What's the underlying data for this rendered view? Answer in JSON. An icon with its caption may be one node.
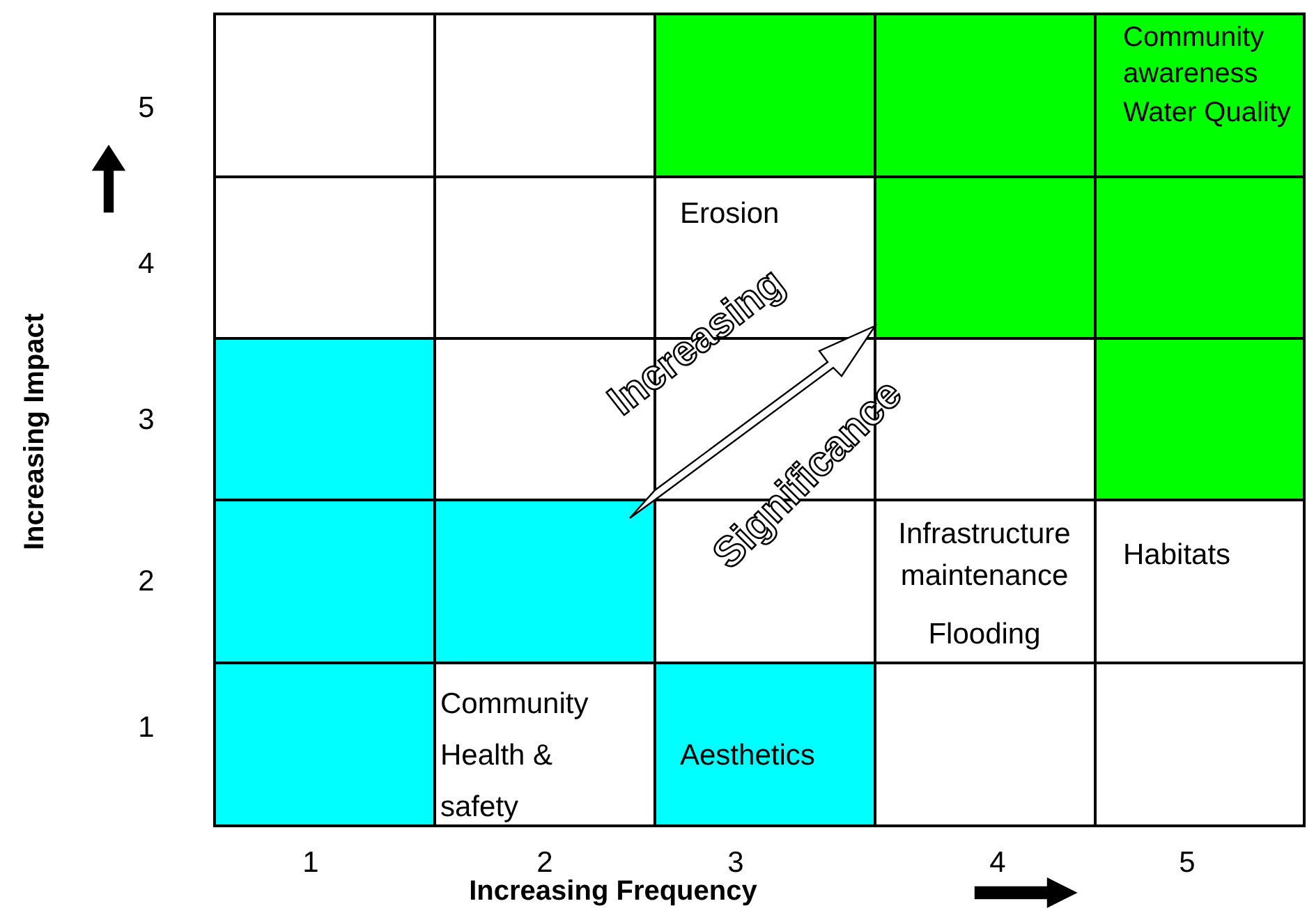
{
  "diagram": {
    "labels": [
      "5",
      "Community awareness",
      "Water Quality",
      "4",
      "Erosion",
      "Increasing Impact",
      "Increasing",
      "3",
      "Significance",
      "2",
      "Infrastructure maintenance",
      "Flooding",
      "Habitats",
      "1",
      "Community Health & safety",
      "Aesthetics",
      "1",
      "2",
      "3",
      "4",
      "5",
      "Increasing Frequency"
    ]
  }
}
